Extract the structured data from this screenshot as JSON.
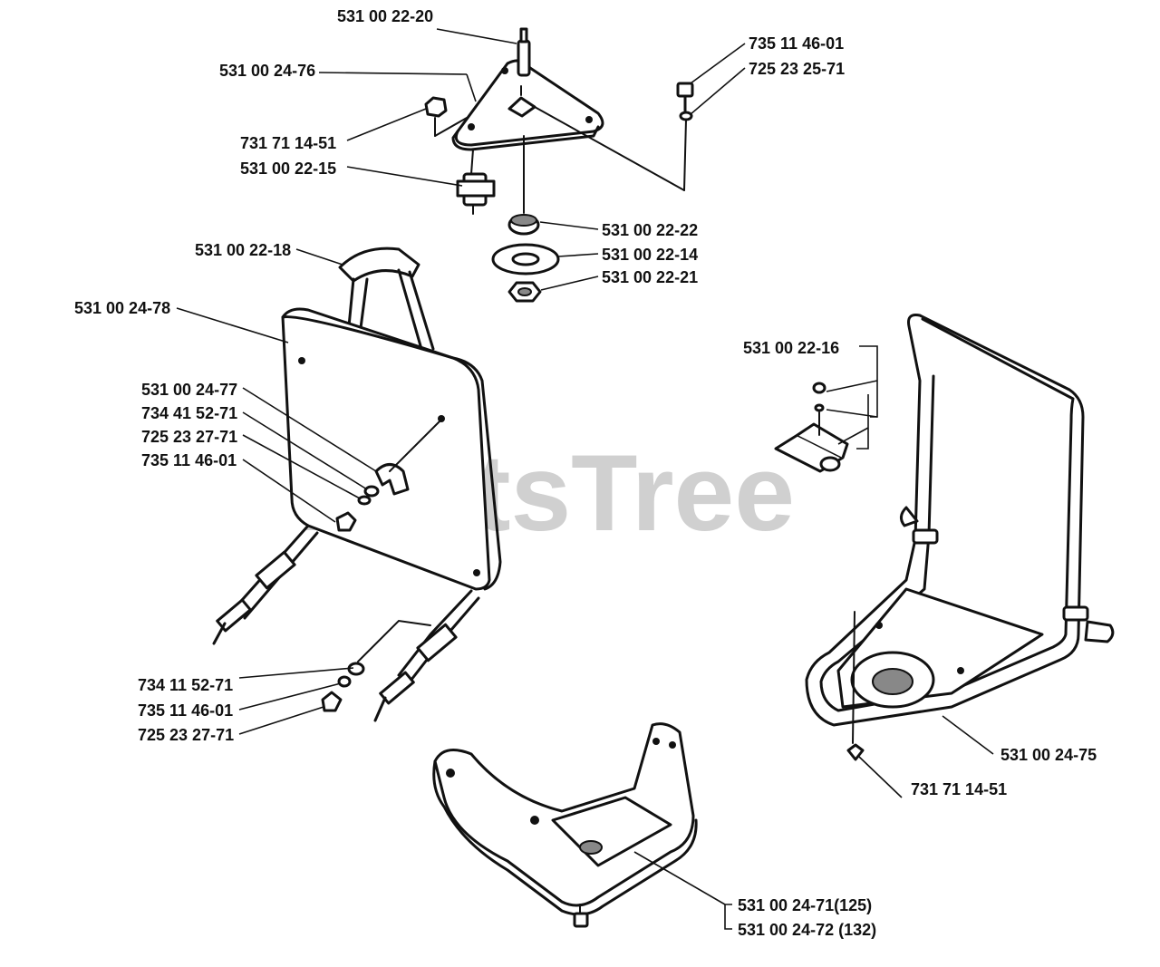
{
  "watermark": "PartsTree",
  "labels": {
    "p_531_00_22_20": "531 00 22-20",
    "p_531_00_24_76": "531 00 24-76",
    "p_735_11_46_01_top": "735 11 46-01",
    "p_725_23_25_71": "725 23 25-71",
    "p_731_71_14_51_top": "731 71 14-51",
    "p_531_00_22_15": "531 00 22-15",
    "p_531_00_22_22": "531 00 22-22",
    "p_531_00_22_14": "531 00 22-14",
    "p_531_00_22_21": "531 00 22-21",
    "p_531_00_22_18": "531 00 22-18",
    "p_531_00_24_78": "531 00 24-78",
    "p_531_00_22_16": "531 00 22-16",
    "p_531_00_24_77": "531 00 24-77",
    "p_734_41_52_71": "734 41 52-71",
    "p_725_23_27_71_mid": "725 23 27-71",
    "p_735_11_46_01_mid": "735 11 46-01",
    "p_734_11_52_71": "734 11 52-71",
    "p_735_11_46_01_low": "735 11 46-01",
    "p_725_23_27_71_low": "725 23 27-71",
    "p_531_00_24_75": "531 00 24-75",
    "p_731_71_14_51_low": "731 71 14-51",
    "p_531_00_24_71": "531 00 24-71(125)",
    "p_531_00_24_72": "531 00 24-72 (132)"
  }
}
